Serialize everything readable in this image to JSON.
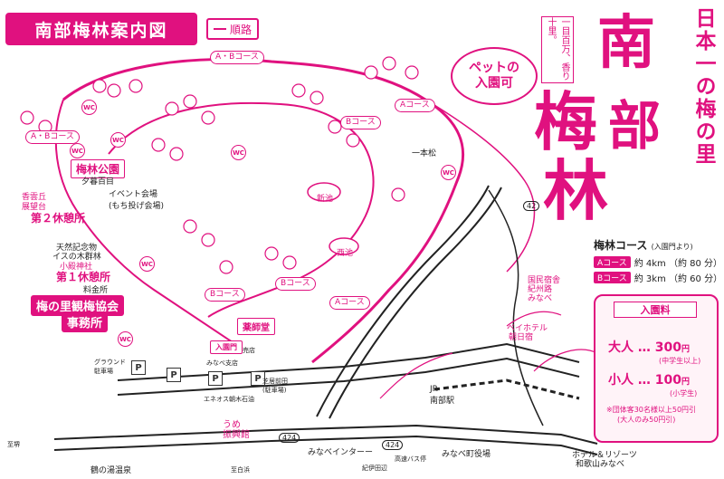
{
  "header": {
    "title": "南部梅林案内図",
    "route_legend_label": "順路"
  },
  "badges": {
    "pet": [
      "ペットの",
      "入園可"
    ]
  },
  "slogan": "日本一の梅の里",
  "catchphrase": "一目百万、香り十里。",
  "park_name_big": [
    "南",
    "部",
    "梅",
    "林"
  ],
  "course_labels": {
    "ab_top": "A・Bコース",
    "ab_left": "A・Bコース",
    "a_upper": "Aコース",
    "b_upper": "Bコース",
    "b_mid": "Bコース",
    "a_mid": "Aコース",
    "b_lower": "Bコース"
  },
  "places": {
    "baien_park": "梅林公園",
    "yugure_hyakume": "夕暮百目",
    "event_area": "イベント会場\n(もち投げ会場)",
    "kouunsho_line1": "香雲丘",
    "kouunsho_line2": "展望台",
    "rest2": "第２休憩所",
    "tenman": "天然記念物",
    "isu_no_ki": "イスの木群林",
    "kotono_shrine": "小殿神社",
    "rest1": "第１休憩所",
    "ryokin": "料金所",
    "association_line1": "梅の里観梅協会",
    "association_line2": "事務所",
    "yakushi": "薬師堂",
    "iriguchi": "入園門",
    "shinchi": "新池",
    "nishiike": "西池",
    "ippon": "一本松",
    "kokumin_line1": "国民宿舎",
    "kokumin_line2": "紀州路",
    "kokumin_line3": "みなべ",
    "beihotel_line1": "ベイホテル",
    "beihotel_line2": "朝日宿",
    "ume_hall_line1": "うめ",
    "ume_hall_line2": "振興館",
    "minabe_ic": "みなべインターー",
    "minabe_office": "みなべ町役場",
    "jr_station": "JR\n南部駅",
    "hotel_line1": "ホテル＆リゾーツ",
    "hotel_line2": "和歌山みなべ",
    "tsuru_onsen": "鶴の湯温泉",
    "kosoku": "高速バス停",
    "kinomoto": "紀伊田辺",
    "shirahama": "至白浜",
    "sakai": "至堺",
    "grand_parking": "グラウンド\n駐車場",
    "eneos": "エネオス朝木石油",
    "minabe_branch": "みなべ支店",
    "shop": "売店",
    "kanban": "芝居前田\n(駐車場)"
  },
  "info": {
    "course_heading": "梅林コース",
    "course_heading_sub": "(入園門より)",
    "course_a_tag": "Aコース",
    "course_a_text": "約 4km （約 80 分）",
    "course_b_tag": "Bコース",
    "course_b_text": "約 3km （約 60 分）"
  },
  "fees": {
    "title": "入園料",
    "adult_label": "大人",
    "adult_price": "300",
    "adult_unit": "円",
    "adult_note": "(中学生以上)",
    "child_label": "小人",
    "child_price": "100",
    "child_unit": "円",
    "child_note": "(小学生)",
    "group_note_1": "※団体客30名様以上50円引",
    "group_note_2": "(大人のみ50円引)"
  },
  "road_markers": {
    "r424_a": "424",
    "r424_b": "424",
    "r42": "42"
  },
  "colors": {
    "accent": "#e0117f",
    "ink": "#222222"
  }
}
